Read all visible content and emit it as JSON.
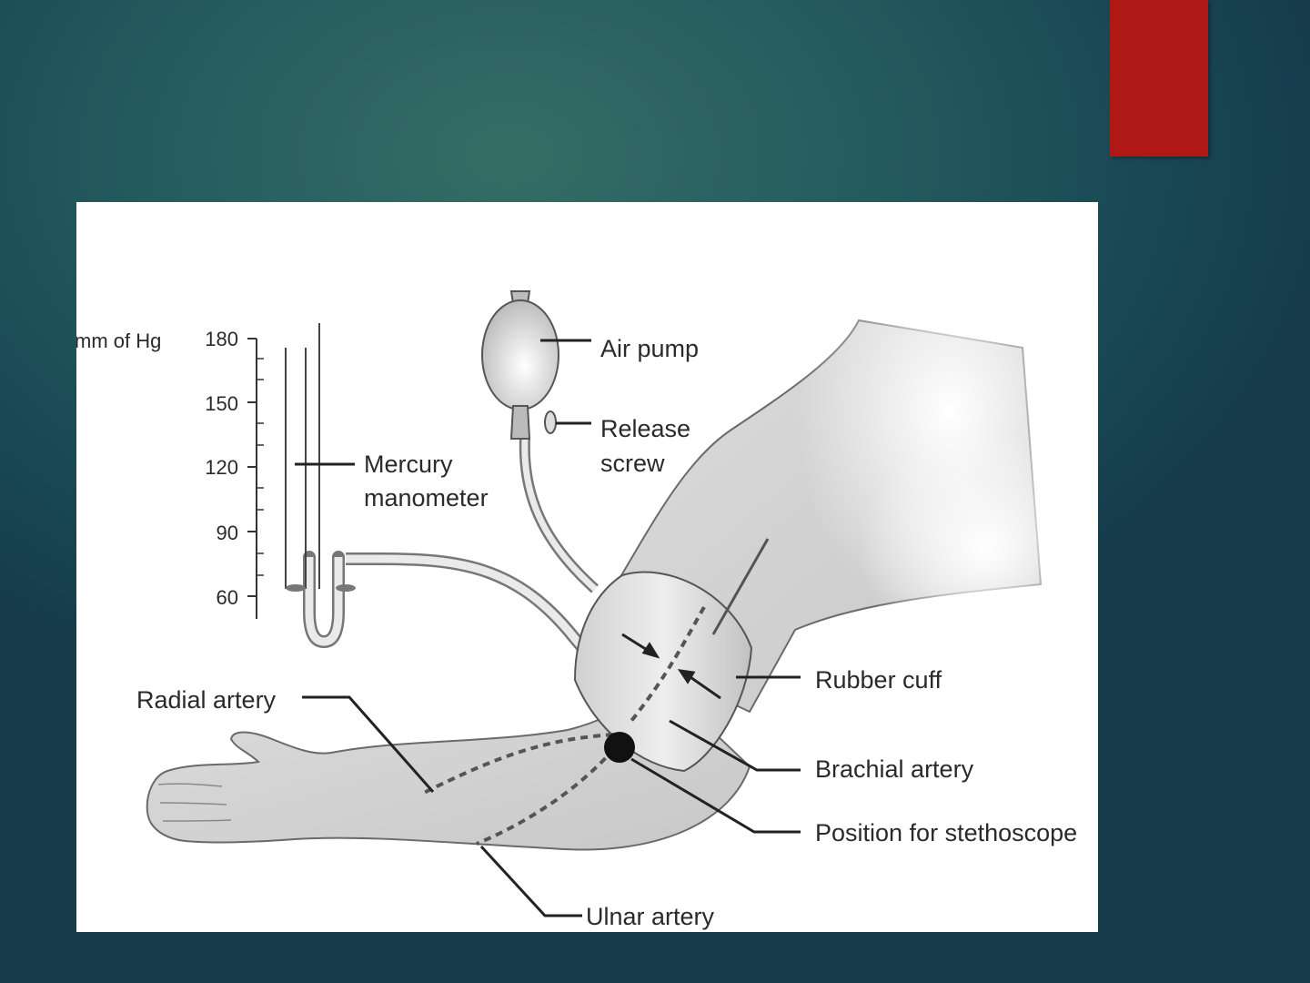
{
  "colors": {
    "accent": "#b01815",
    "panel": "#ffffff",
    "ink": "#2a2a2a"
  },
  "diagram": {
    "scale_unit": "mm of Hg",
    "scale_ticks": [
      "180",
      "150",
      "120",
      "90",
      "60"
    ],
    "labels": {
      "air_pump": "Air pump",
      "release_line1": "Release",
      "release_line2": "screw",
      "mercury_line1": "Mercury",
      "mercury_line2": "manometer",
      "radial_artery": "Radial artery",
      "rubber_cuff": "Rubber cuff",
      "brachial_artery": "Brachial artery",
      "stethoscope_position": "Position for stethoscope",
      "ulnar_artery": "Ulnar artery"
    }
  }
}
